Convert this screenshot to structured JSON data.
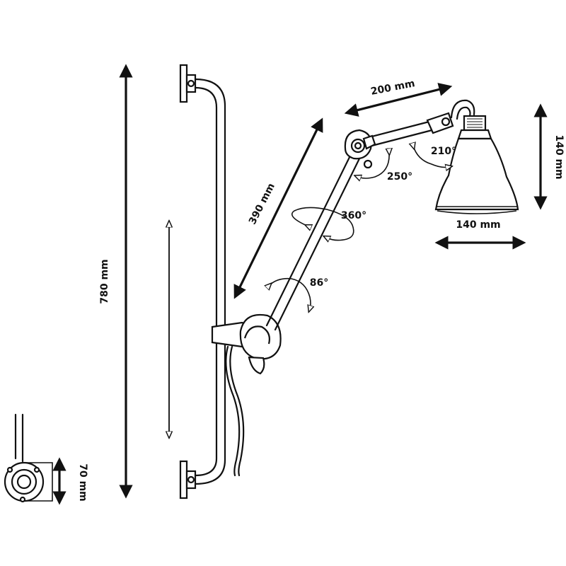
{
  "dimensions": {
    "total_height": "780 mm",
    "arm_upper": "200 mm",
    "arm_lower": "390 mm",
    "shade_height": "140 mm",
    "shade_width": "140 mm",
    "base_plate": "70 mm"
  },
  "rotations": {
    "head": "210°",
    "elbow": "250°",
    "arm_axial": "360°",
    "base_joint": "86°"
  },
  "colors": {
    "line": "#111111",
    "background": "#ffffff"
  }
}
